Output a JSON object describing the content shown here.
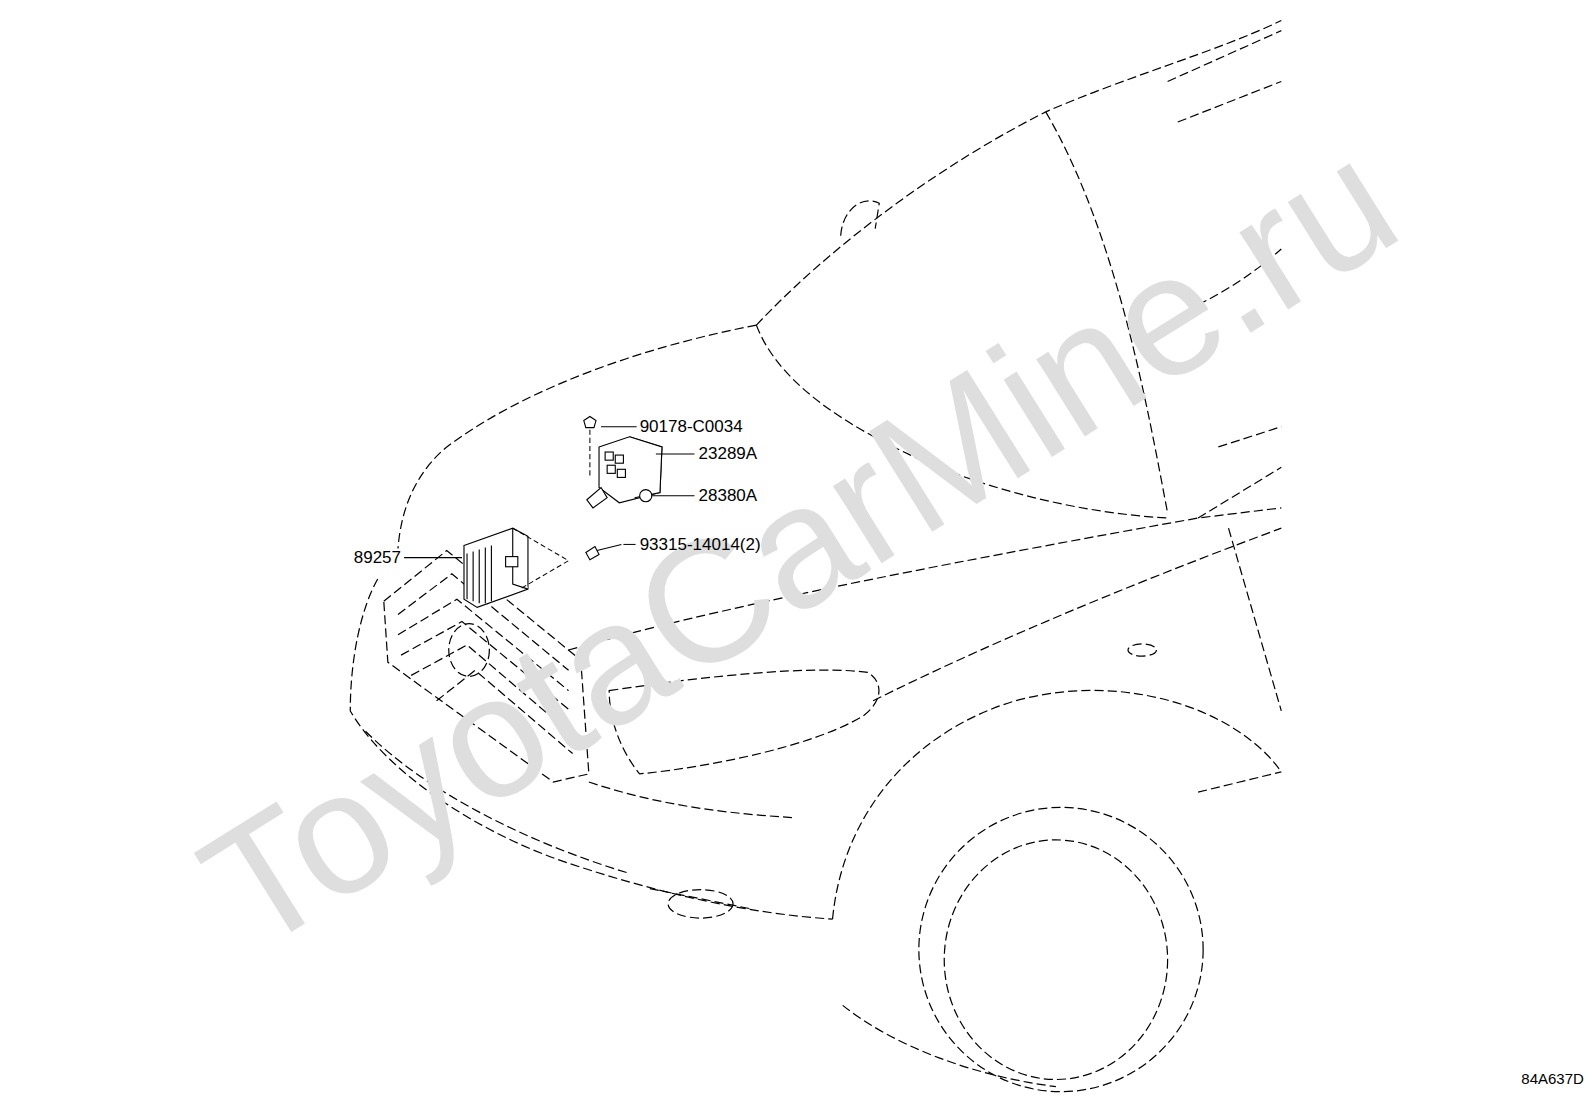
{
  "diagram": {
    "labels": [
      "90178-C0034",
      "23289A",
      "28380A",
      "89257",
      "93315-14014(2)",
      "84A637D",
      "ToyotaCarMine.ru"
    ]
  }
}
